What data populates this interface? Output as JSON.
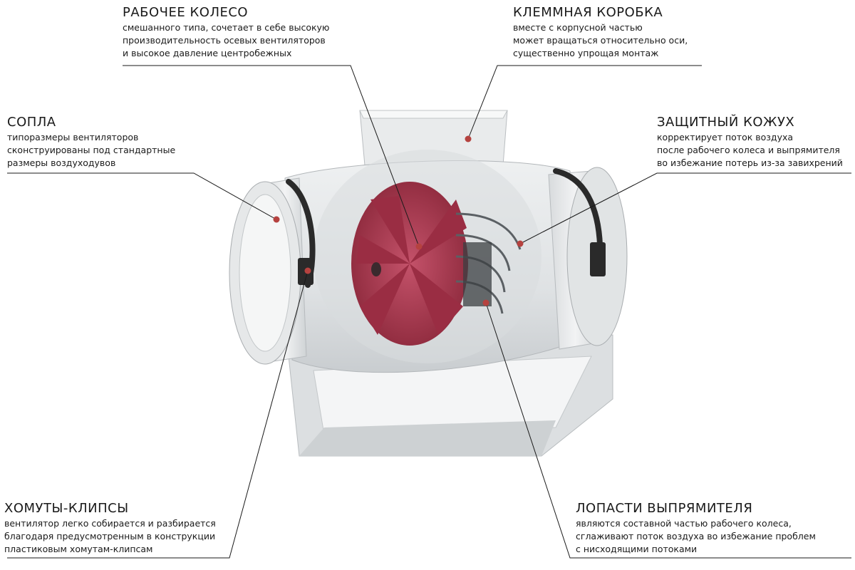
{
  "callouts": {
    "wheel": {
      "title": "РАБОЧЕЕ КОЛЕСО",
      "lines": [
        "смешанного типа, сочетает в себе высокую",
        "производительность осевых вентиляторов",
        "и высокое давление центробежных"
      ]
    },
    "terminal": {
      "title": "КЛЕММНАЯ КОРОБКА",
      "lines": [
        "вместе с корпусной частью",
        "может вращаться относительно оси,",
        "существенно упрощая монтаж"
      ]
    },
    "nozzle": {
      "title": "СОПЛА",
      "lines": [
        "типоразмеры вентиляторов",
        "сконструированы под стандартные",
        "размеры воздуходувов"
      ]
    },
    "casing": {
      "title": "ЗАЩИТНЫЙ КОЖУХ",
      "lines": [
        "корректирует поток воздуха",
        "после рабочего колеса и выпрямителя",
        "во избежание потерь из-за завихрений"
      ]
    },
    "clamps": {
      "title": "ХОМУТЫ-КЛИПСЫ",
      "lines": [
        "вентилятор легко собирается и разбирается",
        "благодаря предусмотренным в конструкции",
        "пластиковым хомутам-клипсам"
      ]
    },
    "blades": {
      "title": "ЛОПАСТИ ВЫПРЯМИТЕЛЯ",
      "lines": [
        "являются составной частью рабочего колеса,",
        "сглаживают поток воздуха во избежание проблем",
        "с нисходящими потоками"
      ]
    }
  },
  "colors": {
    "marker": "#b5423f",
    "leader": "#1a1a1a",
    "housing": "#e4e6e7",
    "housing_shadow": "#c7cacc",
    "impeller": "#a8344a",
    "clamp": "#2a2a2a"
  }
}
